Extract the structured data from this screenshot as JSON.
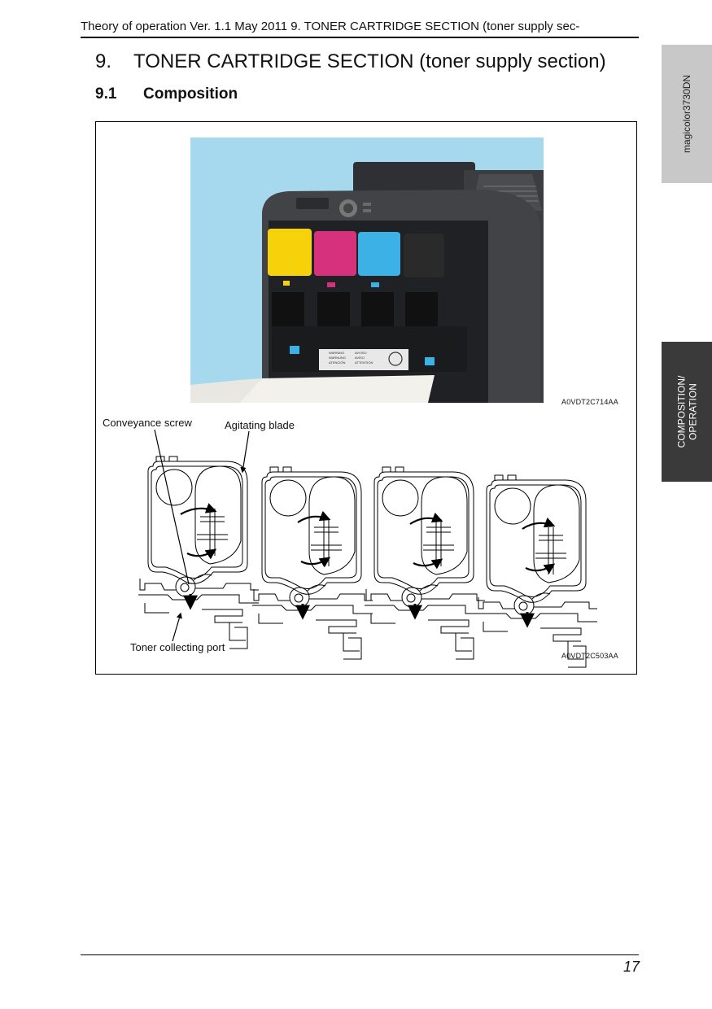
{
  "header": {
    "running_title": "Theory of operation Ver. 1.1 May 2011  9. TONER CARTRIDGE SECTION (toner supply sec-"
  },
  "section": {
    "number": "9.",
    "title": "TONER CARTRIDGE SECTION (toner supply section)"
  },
  "subsection": {
    "number": "9.1",
    "title": "Composition"
  },
  "side_tabs": {
    "model": "magicolor3730DN",
    "section_line1": "COMPOSITION/",
    "section_line2": "OPERATION"
  },
  "figure": {
    "photo_code": "A0VDT2C714AA",
    "diagram_code": "A0VDT2C503AA",
    "callouts": {
      "conveyance_screw": "Conveyance screw",
      "agitating_blade": "Agitating blade",
      "toner_collecting_port": "Toner collecting port"
    },
    "toner_colors": [
      "#f5d20a",
      "#d6317c",
      "#3cb1e6",
      "#2a2a2a"
    ],
    "photo_labels": {
      "warning_block_1": [
        "WARNING",
        "WARNUNG",
        "ATENCIÓN"
      ],
      "warning_block_2": [
        "AVVISO",
        "AVISO",
        "ATTENTION"
      ]
    }
  },
  "footer": {
    "page_number": "17"
  }
}
